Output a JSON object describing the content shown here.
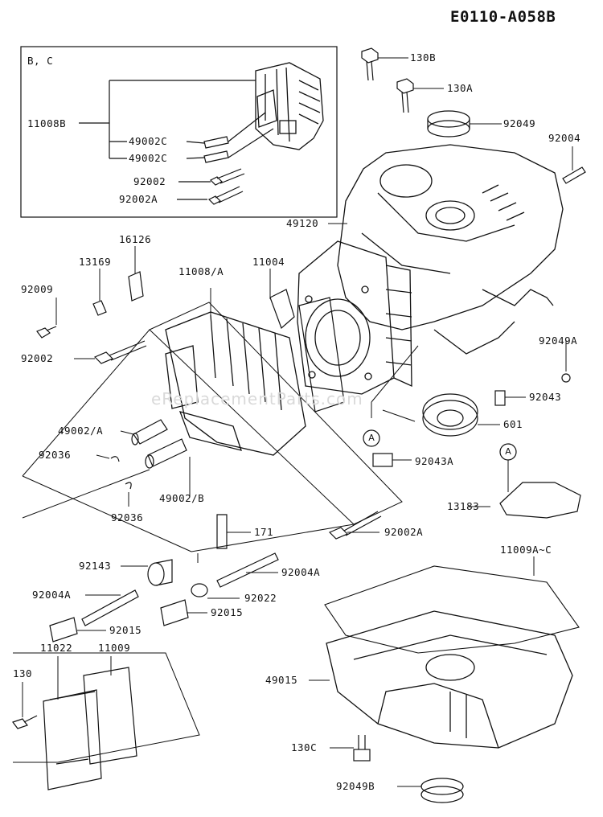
{
  "diagram_code": "E0110-A058B",
  "inset_label": "B, C",
  "watermark": "eReplacementParts.com",
  "callout_letter": "A",
  "parts": {
    "p130B": "130B",
    "p130A": "130A",
    "p92049": "92049",
    "p92004_top": "92004",
    "p11008B": "11008B",
    "p49002C_1": "49002C",
    "p49002C_2": "49002C",
    "p92002_inset": "92002",
    "p92002A_inset": "92002A",
    "p49120": "49120",
    "p16126": "16126",
    "p13169": "13169",
    "p11008A": "11008/A",
    "p11004": "11004",
    "p92009": "92009",
    "p92002": "92002",
    "p92049A": "92049A",
    "p92043": "92043",
    "p601": "601",
    "p49002A": "49002/A",
    "p92036_1": "92036",
    "p92043A": "92043A",
    "p49002B": "49002/B",
    "p92036_2": "92036",
    "p13183": "13183",
    "p171": "171",
    "p92002A": "92002A",
    "p11009AC": "11009A~C",
    "p92143": "92143",
    "p92004A_1": "92004A",
    "p92004A_2": "92004A",
    "p92022": "92022",
    "p92015_1": "92015",
    "p92015_2": "92015",
    "p11022": "11022",
    "p11009": "11009",
    "p130": "130",
    "p49015": "49015",
    "p130C": "130C",
    "p92049B": "92049B"
  }
}
